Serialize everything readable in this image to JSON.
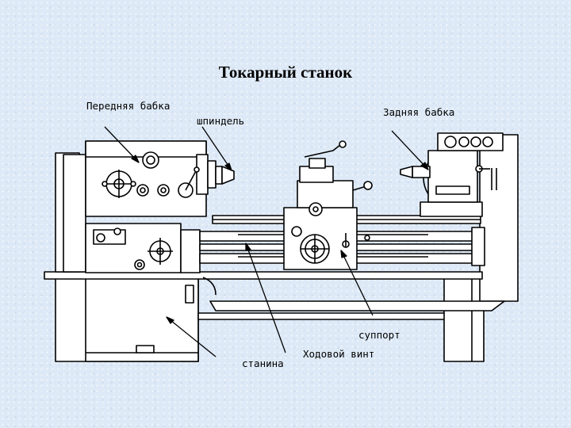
{
  "title": "Токарный станок",
  "labels": {
    "headstock": "Передняя бабка",
    "spindle": "шпиндель",
    "tailstock": "Задняя бабка",
    "carriage": "суппорт",
    "bed": "станина",
    "lead_screw": "Ходовой винт"
  },
  "colors": {
    "background": "#dde9f6",
    "line": "#000000",
    "fill": "#ffffff"
  }
}
